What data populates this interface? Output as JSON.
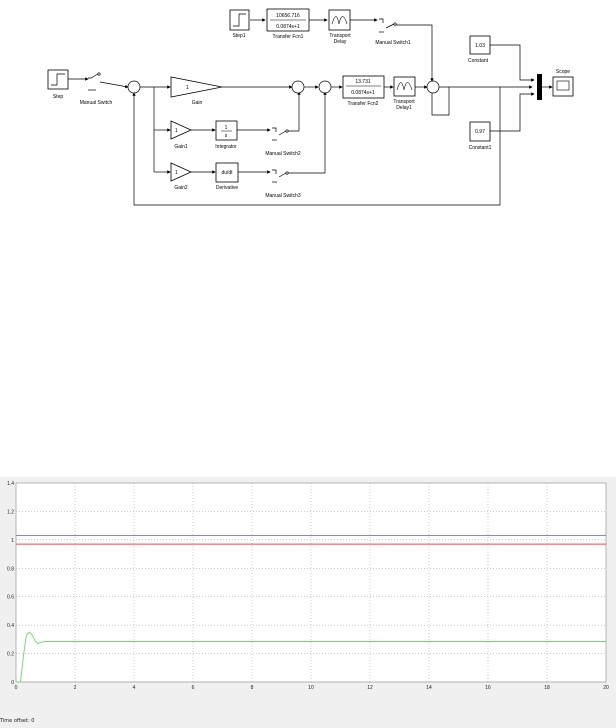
{
  "diagram": {
    "blocks": {
      "step": "Step",
      "manual_switch": "Manual Switch",
      "gain": "Gain",
      "gain_value": "1",
      "gain1": "Gain1",
      "gain1_value": "1",
      "gain2": "Gain2",
      "gain2_value": "1",
      "integrator": "Integrator",
      "integrator_num": "1",
      "integrator_den": "s",
      "derivative": "Derivative",
      "derivative_expr": "du/dt",
      "manual_switch2": "Manual Switch2",
      "manual_switch3": "Manual Switch3",
      "transfer_fcn2": "Transfer Fcn2",
      "tf2_num": "13.731",
      "tf2_den": "0.0874s+1",
      "transport_delay1_a": "Transport",
      "transport_delay1_b": "Delay1",
      "step1": "Step1",
      "transfer_fcn1": "Transfer Fcn1",
      "tf1_num": "10656.716",
      "tf1_den": "0.0874s+1",
      "transport_delay_a": "Transport",
      "transport_delay_b": "Delay",
      "manual_switch1": "Manual Switch1",
      "constant": "Constant",
      "constant_value": "1.03",
      "constant1": "Constant1",
      "constant1_value": "0.97",
      "scope": "Scope"
    }
  },
  "scope": {
    "status_text": "Time offset:  0",
    "colors": {
      "blue": "#7070ff",
      "red": "#ff4040",
      "green": "#66dd66"
    }
  },
  "chart_data": {
    "type": "line",
    "xlim": [
      0,
      20
    ],
    "ylim": [
      0,
      1.4
    ],
    "xticks": [
      0,
      2,
      4,
      6,
      8,
      10,
      12,
      14,
      16,
      18,
      20
    ],
    "yticks": [
      0,
      0.2,
      0.4,
      0.6,
      0.8,
      1,
      1.2,
      1.4
    ],
    "grid": true,
    "series": [
      {
        "color": "#7070ff",
        "x": [
          0,
          20
        ],
        "y": [
          1.03,
          1.03
        ]
      },
      {
        "color": "#ff4040",
        "x": [
          0,
          20
        ],
        "y": [
          0.97,
          0.97
        ]
      },
      {
        "color": "#66dd66",
        "x": [
          0,
          0.15,
          0.25,
          0.35,
          0.45,
          0.55,
          0.65,
          0.75,
          0.85,
          1.0,
          1.3,
          2,
          20
        ],
        "y": [
          0,
          0.0,
          0.18,
          0.33,
          0.35,
          0.33,
          0.29,
          0.27,
          0.28,
          0.285,
          0.285,
          0.285,
          0.285
        ]
      }
    ]
  }
}
